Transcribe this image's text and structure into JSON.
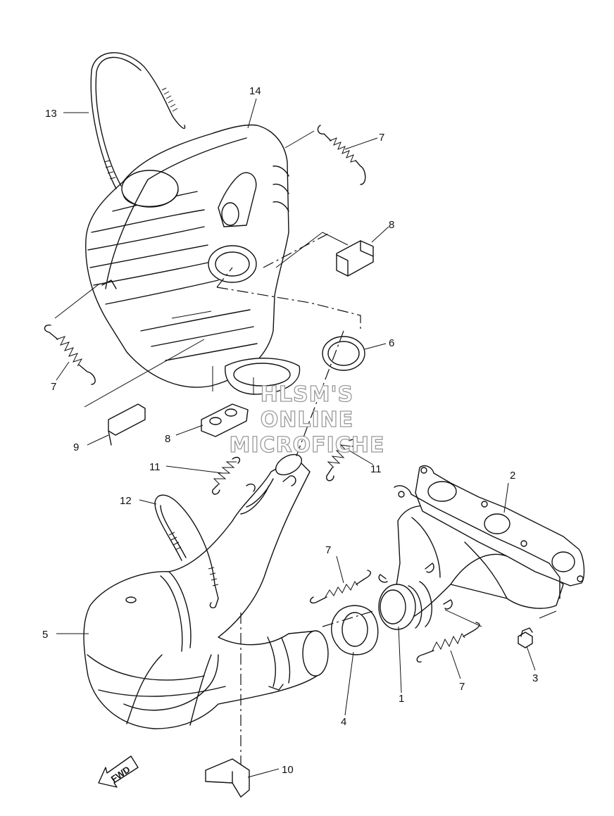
{
  "callouts": [
    "1",
    "2",
    "3",
    "4",
    "5",
    "6",
    "7",
    "8",
    "9",
    "10",
    "11",
    "12",
    "13",
    "14"
  ],
  "direction_label": "FWD",
  "watermark": {
    "line1": "HLSM'S",
    "line2": "ONLINE",
    "line3": "MICROFICHE"
  },
  "colors": {
    "ink": "#111111",
    "watermark_outline": "#9a9a9a",
    "background": "#ffffff"
  }
}
